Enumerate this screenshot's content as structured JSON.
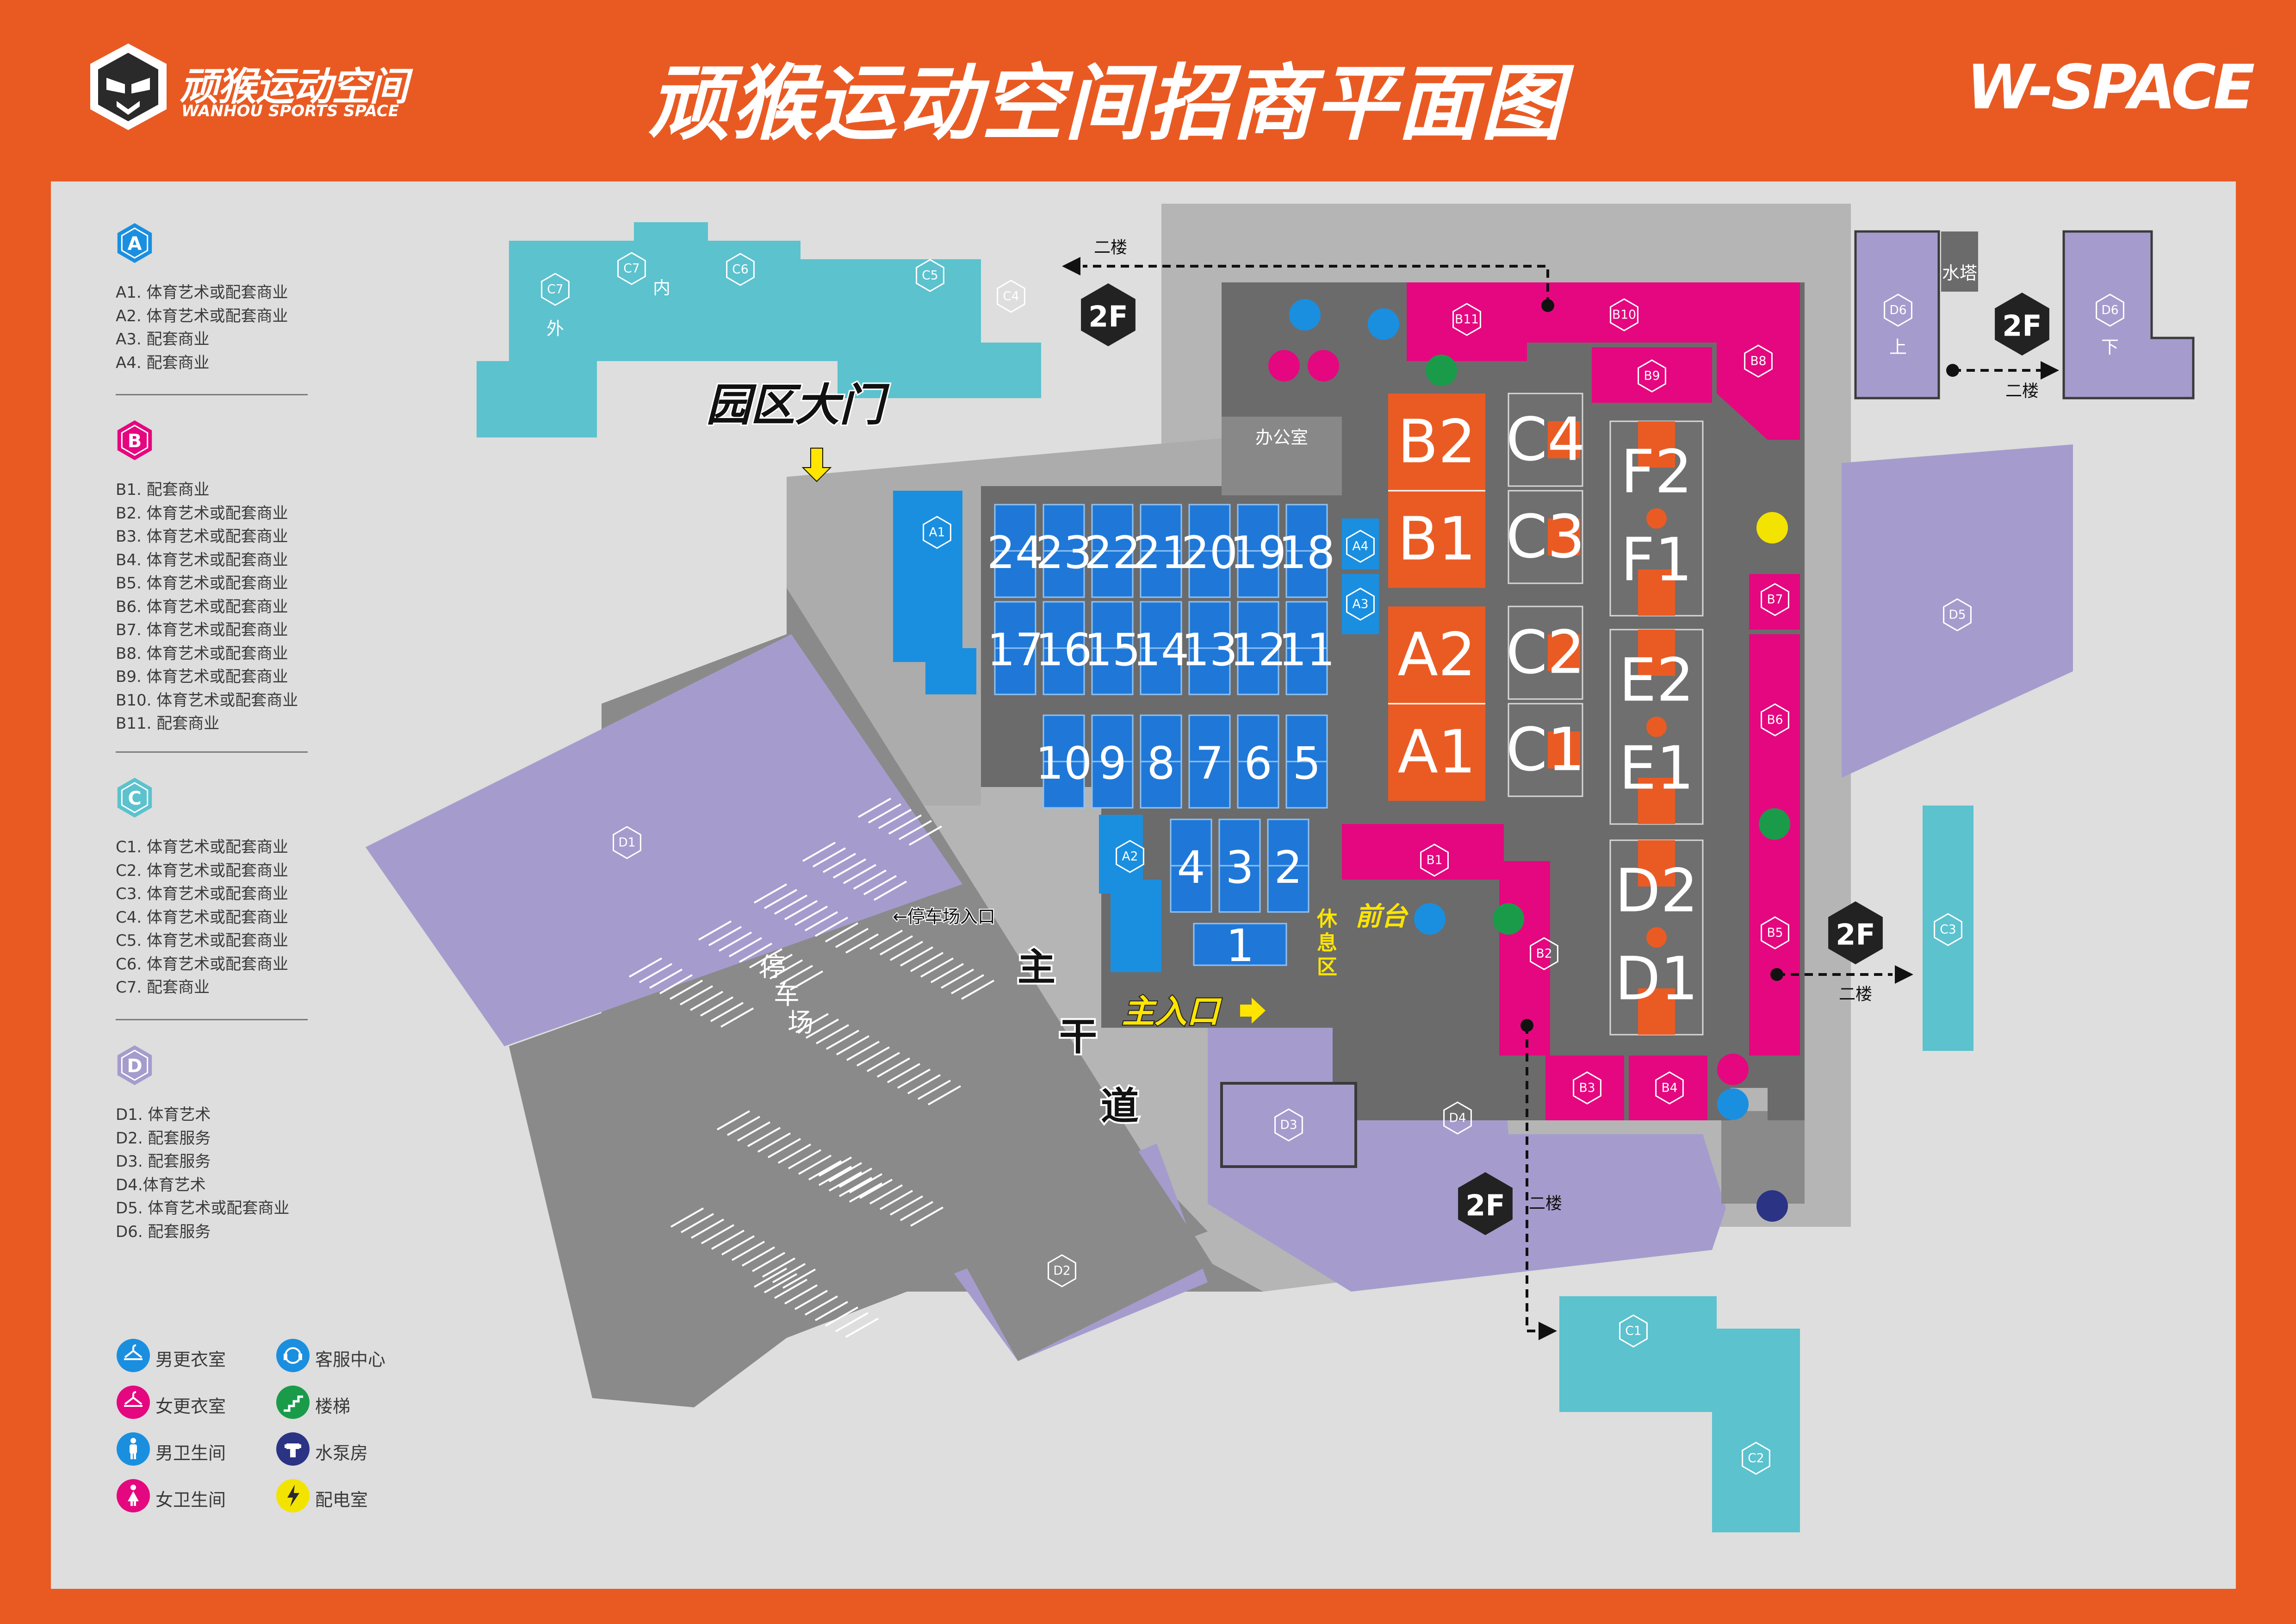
{
  "header": {
    "brand_cn": "顽猴运动空间",
    "brand_en": "WANHOU SPORTS SPACE",
    "title": "顽猴运动空间招商平面图",
    "wspace": "W-SPACE"
  },
  "colors": {
    "frame": "#e95a23",
    "panel": "#dddedd",
    "road": "#8a8a8a",
    "building": "#6b6b6b",
    "zone_A": "#1a8fe0",
    "zone_B": "#e5077f",
    "zone_C": "#5bc2ce",
    "zone_D": "#a59ccd",
    "court_blue": "#1f78d8",
    "court_orange": "#ea5b24",
    "badge_dark": "#222222",
    "stair_green": "#1a9b4a",
    "pump_navy": "#2b3385",
    "power_yellow": "#f3e300"
  },
  "legend": {
    "groups": [
      {
        "letter": "A",
        "color": "#1a8fe0",
        "items": [
          "A1. 体育艺术或配套商业",
          "A2. 体育艺术或配套商业",
          "A3. 配套商业",
          "A4. 配套商业"
        ]
      },
      {
        "letter": "B",
        "color": "#e5077f",
        "items": [
          "B1. 配套商业",
          "B2. 体育艺术或配套商业",
          "B3. 体育艺术或配套商业",
          "B4. 体育艺术或配套商业",
          "B5. 体育艺术或配套商业",
          "B6. 体育艺术或配套商业",
          "B7. 体育艺术或配套商业",
          "B8. 体育艺术或配套商业",
          "B9. 体育艺术或配套商业",
          "B10. 体育艺术或配套商业",
          "B11. 配套商业"
        ]
      },
      {
        "letter": "C",
        "color": "#5bc2ce",
        "items": [
          "C1. 体育艺术或配套商业",
          "C2. 体育艺术或配套商业",
          "C3. 体育艺术或配套商业",
          "C4. 体育艺术或配套商业",
          "C5. 体育艺术或配套商业",
          "C6. 体育艺术或配套商业",
          "C7. 配套商业"
        ]
      },
      {
        "letter": "D",
        "color": "#a59ccd",
        "items": [
          "D1. 体育艺术",
          "D2. 配套服务",
          "D3. 配套服务",
          "D4.体育艺术",
          "D5. 体育艺术或配套商业",
          "D6. 配套服务"
        ]
      }
    ],
    "icons": [
      {
        "name": "mens-locker-icon",
        "label": "男更衣室",
        "color": "#1a8fe0"
      },
      {
        "name": "service-center-icon",
        "label": "客服中心",
        "color": "#1a8fe0"
      },
      {
        "name": "womens-locker-icon",
        "label": "女更衣室",
        "color": "#e5077f"
      },
      {
        "name": "stairs-icon",
        "label": "楼梯",
        "color": "#1a9b4a"
      },
      {
        "name": "mens-restroom-icon",
        "label": "男卫生间",
        "color": "#1a8fe0"
      },
      {
        "name": "pump-room-icon",
        "label": "水泵房",
        "color": "#2b3385"
      },
      {
        "name": "womens-restroom-icon",
        "label": "女卫生间",
        "color": "#e5077f"
      },
      {
        "name": "power-room-icon",
        "label": "配电室",
        "color": "#f3e300"
      }
    ]
  },
  "map": {
    "gate_label": "园区大门",
    "office_label": "办公室",
    "water_tower_label": "水塔",
    "parking_entrance_label": "←停车场入口",
    "parking_label": "停车场",
    "main_road_label": "主干道",
    "main_entrance_label": "主入口",
    "reception_label": "前台",
    "rest_area_label": "休息区",
    "floor_badge": "2F",
    "second_floor_label": "二楼",
    "inner_label": "内",
    "outer_label": "外",
    "upper_label": "上",
    "lower_label": "下",
    "blue_courts": [
      "24",
      "23",
      "22",
      "21",
      "20",
      "19",
      "18",
      "17",
      "16",
      "15",
      "14",
      "13",
      "12",
      "11",
      "10",
      "9",
      "8",
      "7",
      "6",
      "5",
      "4",
      "3",
      "2",
      "1"
    ],
    "orange_courts": [
      "B2",
      "B1",
      "A2",
      "A1",
      "C4",
      "C3",
      "C2",
      "C1",
      "F2",
      "F1",
      "E2",
      "E1",
      "D2",
      "D1"
    ],
    "zones_A": [
      "A1",
      "A2",
      "A3",
      "A4"
    ],
    "zones_B": [
      "B1",
      "B2",
      "B3",
      "B4",
      "B5",
      "B6",
      "B7",
      "B8",
      "B9",
      "B10",
      "B11"
    ],
    "zones_C": [
      "C1",
      "C2",
      "C3",
      "C4",
      "C5",
      "C6",
      "C7"
    ],
    "zones_D": [
      "D1",
      "D2",
      "D3",
      "D4",
      "D5",
      "D6"
    ]
  }
}
